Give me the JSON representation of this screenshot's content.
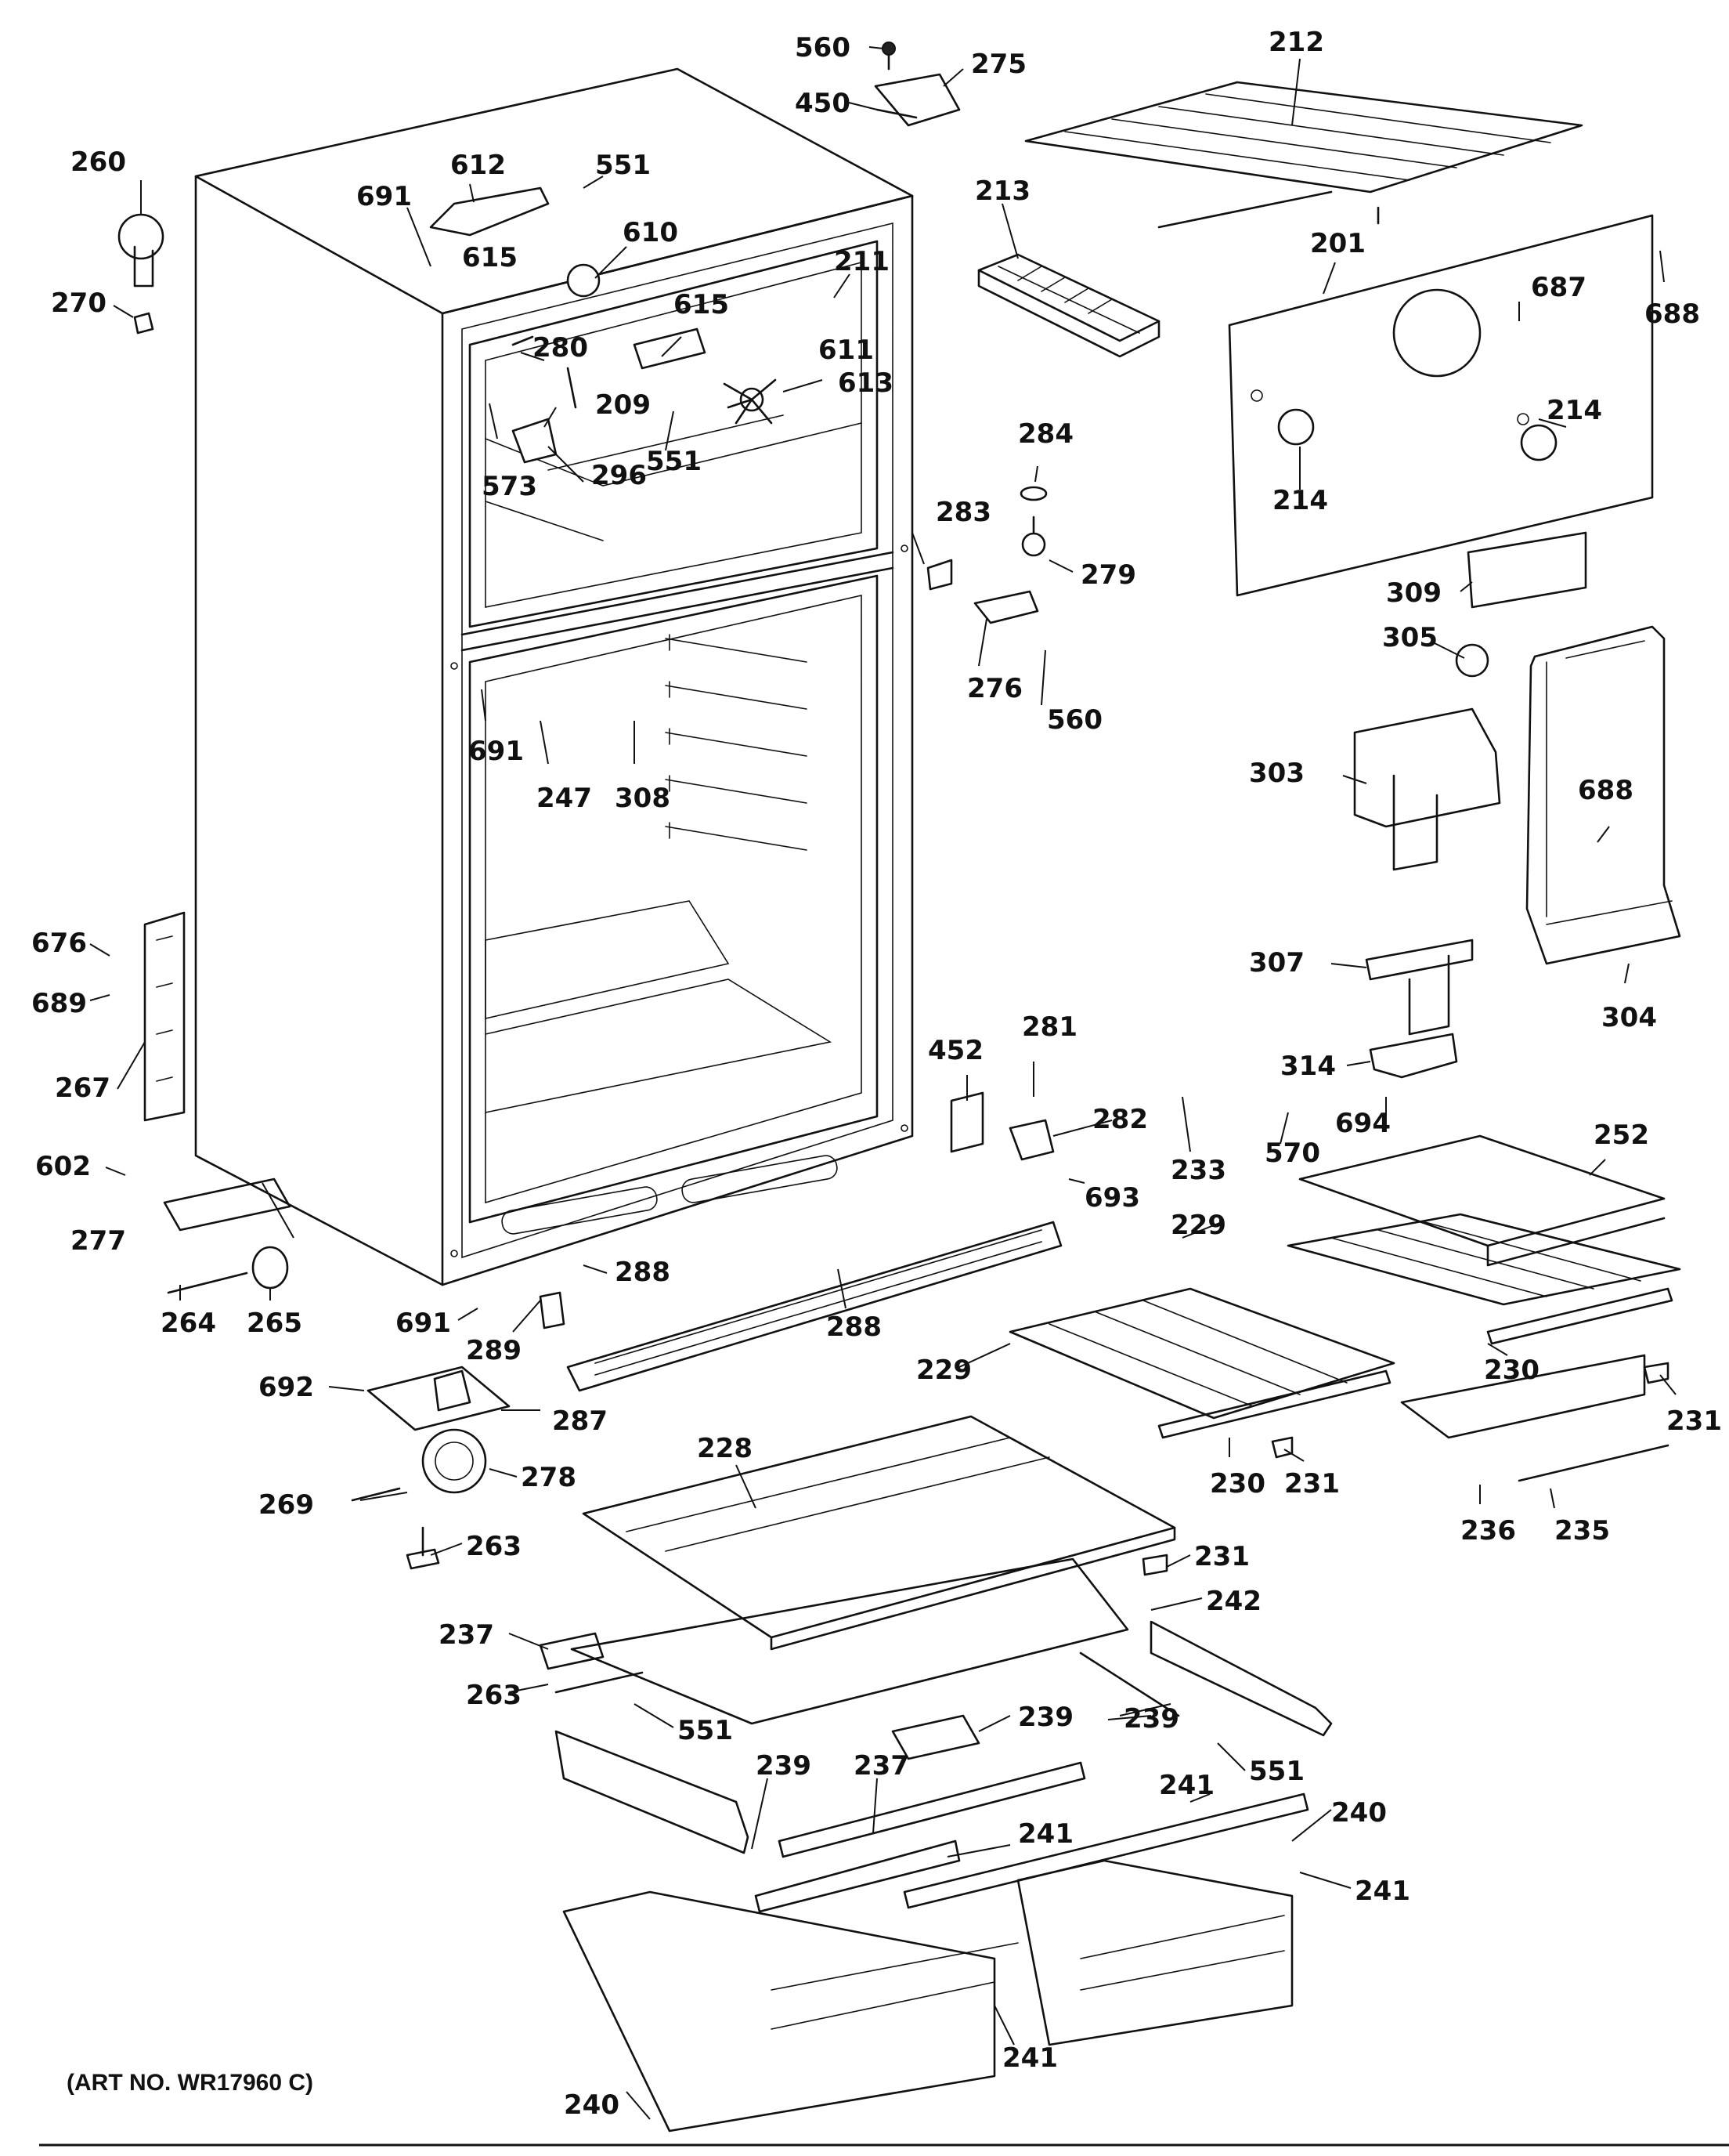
{
  "diagram": {
    "art_number": "(ART NO. WR17960 C)",
    "callouts": [
      "560",
      "275",
      "450",
      "212",
      "260",
      "612",
      "551",
      "691",
      "610",
      "615",
      "211",
      "213",
      "201",
      "687",
      "688",
      "270",
      "280",
      "615",
      "611",
      "209",
      "613",
      "573",
      "296",
      "551",
      "284",
      "214",
      "214",
      "283",
      "279",
      "309",
      "276",
      "560",
      "305",
      "691",
      "247",
      "308",
      "303",
      "688",
      "676",
      "689",
      "307",
      "304",
      "267",
      "281",
      "452",
      "282",
      "314",
      "233",
      "570",
      "694",
      "252",
      "602",
      "277",
      "693",
      "229",
      "288",
      "264",
      "265",
      "691",
      "289",
      "288",
      "229",
      "230",
      "231",
      "692",
      "287",
      "230",
      "231",
      "236",
      "235",
      "228",
      "278",
      "269",
      "263",
      "231",
      "242",
      "237",
      "263",
      "239",
      "239",
      "551",
      "551",
      "239",
      "237",
      "241",
      "240",
      "241",
      "241",
      "241",
      "240"
    ]
  }
}
